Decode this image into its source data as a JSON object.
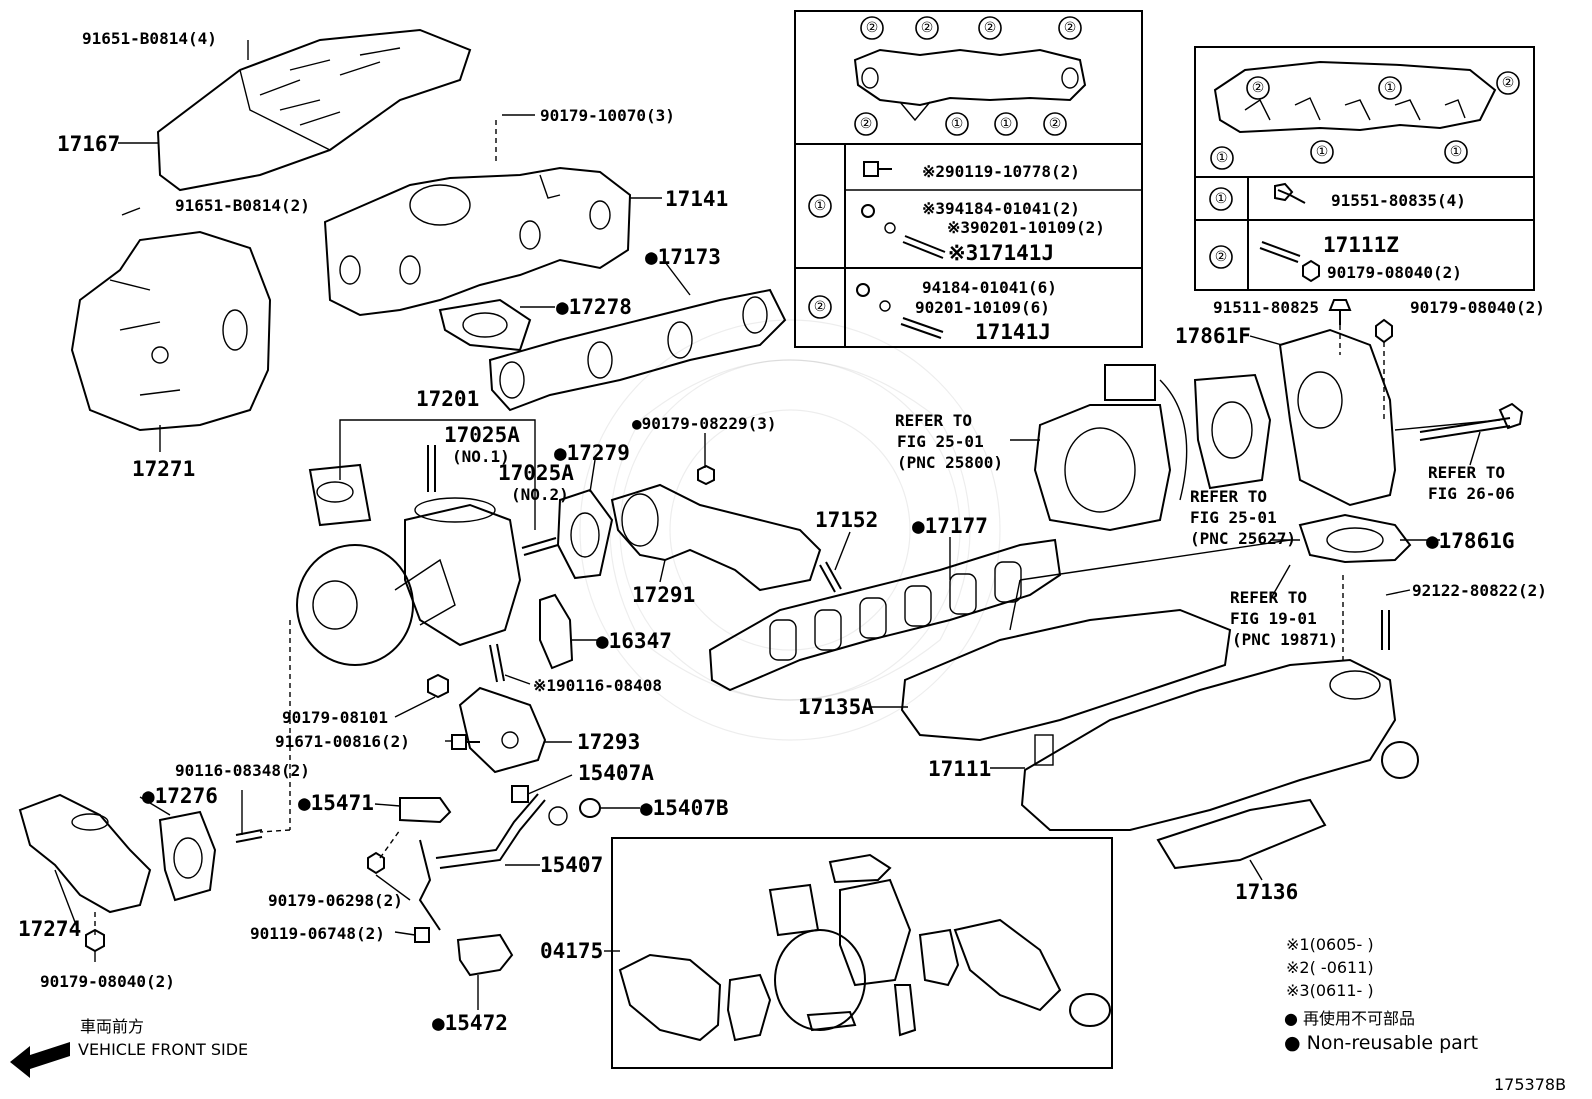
{
  "labels": {
    "p17167": "17167",
    "p91651a": "91651-B0814(4)",
    "p91651b": "91651-B0814(2)",
    "p17271": "17271",
    "p90179_10070": "90179-10070(3)",
    "p17141": "17141",
    "p17173": "●17173",
    "p17278": "●17278",
    "p17201": "17201",
    "p17025a1": "17025A",
    "p17025a1sub": "(NO.1)",
    "p17025a2": "17025A",
    "p17025a2sub": "(NO.2)",
    "p17279": "●17279",
    "p90179_08229": "●90179-08229(3)",
    "p17291": "17291",
    "p17152": "17152",
    "p17177": "●17177",
    "p16347": "●16347",
    "p190116": "※190116-08408",
    "p90179_08101": "90179-08101",
    "p91671": "91671-00816(2)",
    "p17293": "17293",
    "p15407a": "15407A",
    "p15407b": "●15407B",
    "p90116_08348": "90116-08348(2)",
    "p17276": "●17276",
    "p15471": "●15471",
    "p15407": "15407",
    "p90179_06298": "90179-06298(2)",
    "p90119": "90119-06748(2)",
    "p15472": "●15472",
    "p17274": "17274",
    "p90179_08040c": "90179-08040(2)",
    "p04175": "04175",
    "p17135a": "17135A",
    "p17111": "17111",
    "p17136": "17136",
    "p17861f": "17861F",
    "p91511": "91511-80825",
    "p90179_08040b": "90179-08040(2)",
    "p17861g": "●17861G",
    "p92122": "92122-80822(2)",
    "ref2580_1": "REFER TO",
    "ref2580_2": "FIG 25-01",
    "ref2580_3": "(PNC 25800)",
    "ref25627_1": "REFER TO",
    "ref25627_2": "FIG 25-01",
    "ref25627_3": "(PNC 25627)",
    "ref19871_1": "REFER TO",
    "ref19871_2": "FIG 19-01",
    "ref19871_3": "(PNC 19871)",
    "ref2606_1": "REFER TO",
    "ref2606_2": "FIG 26-06"
  },
  "kit_box_1": {
    "group1_marker": "①",
    "group2_marker": "②",
    "g1_item1": "※290119-10778(2)",
    "g1_item2": "※394184-01041(2)",
    "g1_item3": "※390201-10109(2)",
    "g1_item4": "※317141J",
    "g2_item1": "94184-01041(6)",
    "g2_item2": "90201-10109(6)",
    "g2_item3": "17141J",
    "top_markers": [
      "②",
      "②",
      "②",
      "②"
    ],
    "bottom_markers": [
      "②",
      "①",
      "①",
      "②"
    ]
  },
  "kit_box_2": {
    "group1_marker": "①",
    "group2_marker": "②",
    "g1_item1": "91551-80835(4)",
    "g2_item1": "17111Z",
    "g2_item2": "90179-08040(2)",
    "top_markers": [
      "②",
      "①",
      "②"
    ],
    "bottom_markers": [
      "①",
      "①",
      "①"
    ]
  },
  "legend": {
    "note1": "※1(0605-    )",
    "note2": "※2(    -0611)",
    "note3": "※3(0611-    )",
    "nonreusable_jp": "● 再使用不可部品",
    "nonreusable_en": "● Non-reusable part"
  },
  "direction": {
    "jp": "車両前方",
    "en": "VEHICLE FRONT SIDE"
  },
  "figure_id": "175378B"
}
